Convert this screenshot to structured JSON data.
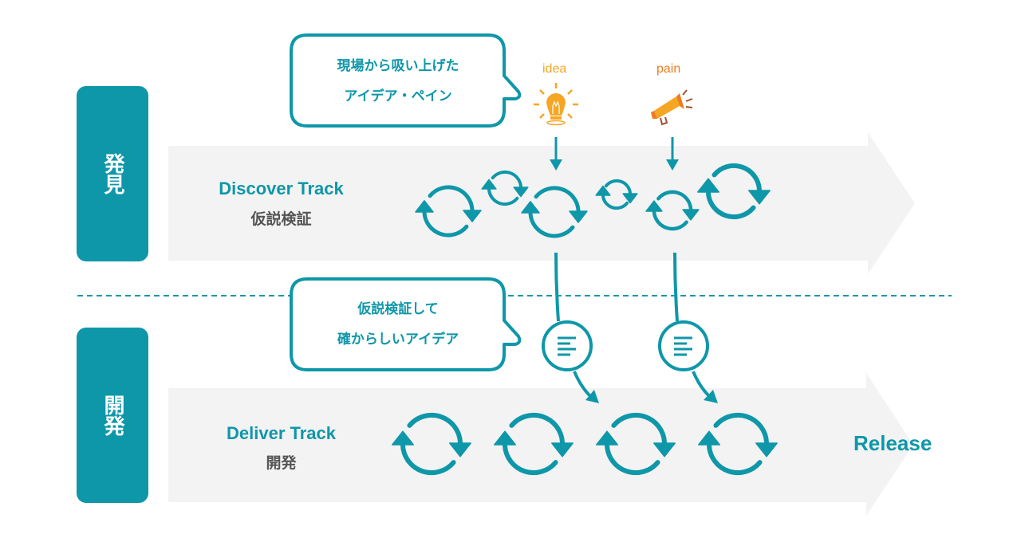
{
  "colors": {
    "teal": "#0e97a9",
    "track_bg": "#f3f3f3",
    "idea_orange": "#f5a623",
    "pain_orange": "#f07a1e",
    "subtext_gray": "#555555"
  },
  "phases": {
    "discover": {
      "label": "発見"
    },
    "deliver": {
      "label": "開発"
    }
  },
  "tracks": {
    "discover": {
      "title": "Discover Track",
      "subtitle": "仮説検証"
    },
    "deliver": {
      "title": "Deliver Track",
      "subtitle": "開発"
    }
  },
  "bubbles": {
    "top": {
      "line1": "現場から吸い上げた",
      "line2": "アイデア・ペイン"
    },
    "middle": {
      "line1": "仮説検証して",
      "line2": "確からしいアイデア"
    }
  },
  "inputs": {
    "idea": {
      "label": "idea",
      "icon": "lightbulb-icon"
    },
    "pain": {
      "label": "pain",
      "icon": "megaphone-icon"
    }
  },
  "release_label": "Release",
  "icons": {
    "cycle": "refresh-cycle-icon",
    "document": "document-lines-icon"
  }
}
